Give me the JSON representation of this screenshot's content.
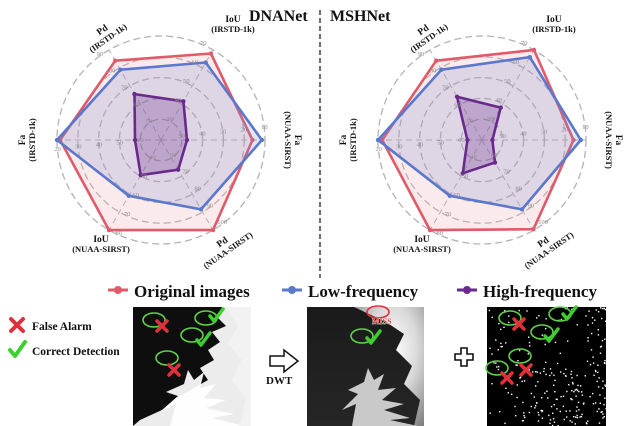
{
  "titles": {
    "left": "DNANet",
    "right": "MSHNet"
  },
  "axis_labels": {
    "iou_irstd": [
      "IoU",
      "(IRSTD-1k)"
    ],
    "fa_nuaa": [
      "Fa",
      "(NUAA-SIRST)"
    ],
    "pd_nuaa": [
      "Pd",
      "(NUAA-SIRST)"
    ],
    "iou_nuaa": [
      "IoU",
      "(NUAA-SIRST)"
    ],
    "fa_irstd": [
      "Fa",
      "(IRSTD-1k)"
    ],
    "pd_irstd": [
      "Pd",
      "(IRSTD-1k)"
    ]
  },
  "tick_labels": {
    "iou_irstd": [
      "30",
      "40",
      "50",
      "60",
      "70"
    ],
    "fa_nuaa": [
      "50",
      "40",
      "30",
      "20",
      "10"
    ],
    "pd_nuaa": [
      "60",
      "70",
      "80",
      "90",
      "100"
    ],
    "iou_nuaa": [
      "40",
      "50",
      "60",
      "70",
      "80"
    ],
    "fa_irstd": [
      "60",
      "50",
      "40",
      "30",
      "20"
    ],
    "pd_irstd": [
      "50",
      "60",
      "70",
      "80",
      "90"
    ]
  },
  "legend": {
    "original": "Original images",
    "low": "Low-frequency",
    "high": "High-frequency"
  },
  "colors": {
    "original": "#e15a6a",
    "low": "#5a78cc",
    "high": "#6a2a8c",
    "grid": "#b3b3b3"
  },
  "chart_data": {
    "type": "radar",
    "axes": [
      "IoU (IRSTD-1k)",
      "Fa (NUAA-SIRST)",
      "Pd (NUAA-SIRST)",
      "IoU (NUAA-SIRST)",
      "Fa (IRSTD-1k)",
      "Pd (IRSTD-1k)"
    ],
    "charts": [
      {
        "title": "DNANet",
        "series": [
          {
            "name": "Original images",
            "values": [
              0.96,
              0.88,
              1.0,
              1.0,
              0.97,
              0.88
            ]
          },
          {
            "name": "Low-frequency",
            "values": [
              0.86,
              0.97,
              0.77,
              0.62,
              1.0,
              0.78
            ]
          },
          {
            "name": "High-frequency",
            "values": [
              0.43,
              0.25,
              0.33,
              0.39,
              0.25,
              0.51
            ]
          }
        ]
      },
      {
        "title": "MSHNet",
        "series": [
          {
            "name": "Original images",
            "values": [
              1.0,
              0.88,
              0.99,
              1.0,
              0.96,
              0.88
            ]
          },
          {
            "name": "Low-frequency",
            "values": [
              0.92,
              0.95,
              0.77,
              0.62,
              1.0,
              0.78
            ]
          },
          {
            "name": "High-frequency",
            "values": [
              0.36,
              0.1,
              0.25,
              0.37,
              0.14,
              0.48
            ]
          }
        ]
      }
    ]
  },
  "bottom": {
    "false_alarm": "False Alarm",
    "correct_detection": "Correct Detection",
    "dwt": "DWT",
    "miss": "MISS"
  }
}
